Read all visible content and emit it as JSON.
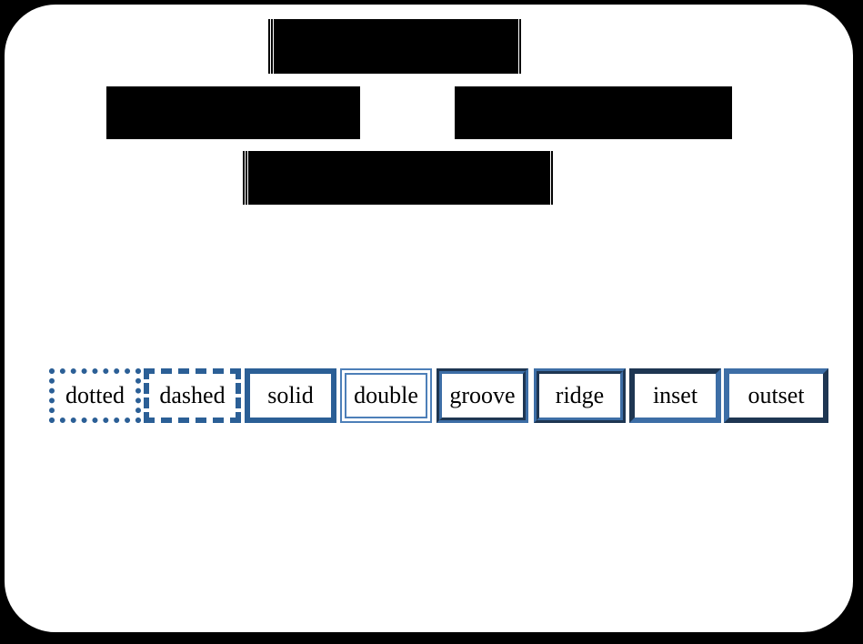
{
  "border_styles": {
    "items": [
      {
        "label": "dotted"
      },
      {
        "label": "dashed"
      },
      {
        "label": "solid"
      },
      {
        "label": "double"
      },
      {
        "label": "groove"
      },
      {
        "label": "ridge"
      },
      {
        "label": "inset"
      },
      {
        "label": "outset"
      }
    ]
  },
  "colors": {
    "border_blue": "#2b5f96",
    "redaction": "#000000",
    "background": "#ffffff"
  }
}
